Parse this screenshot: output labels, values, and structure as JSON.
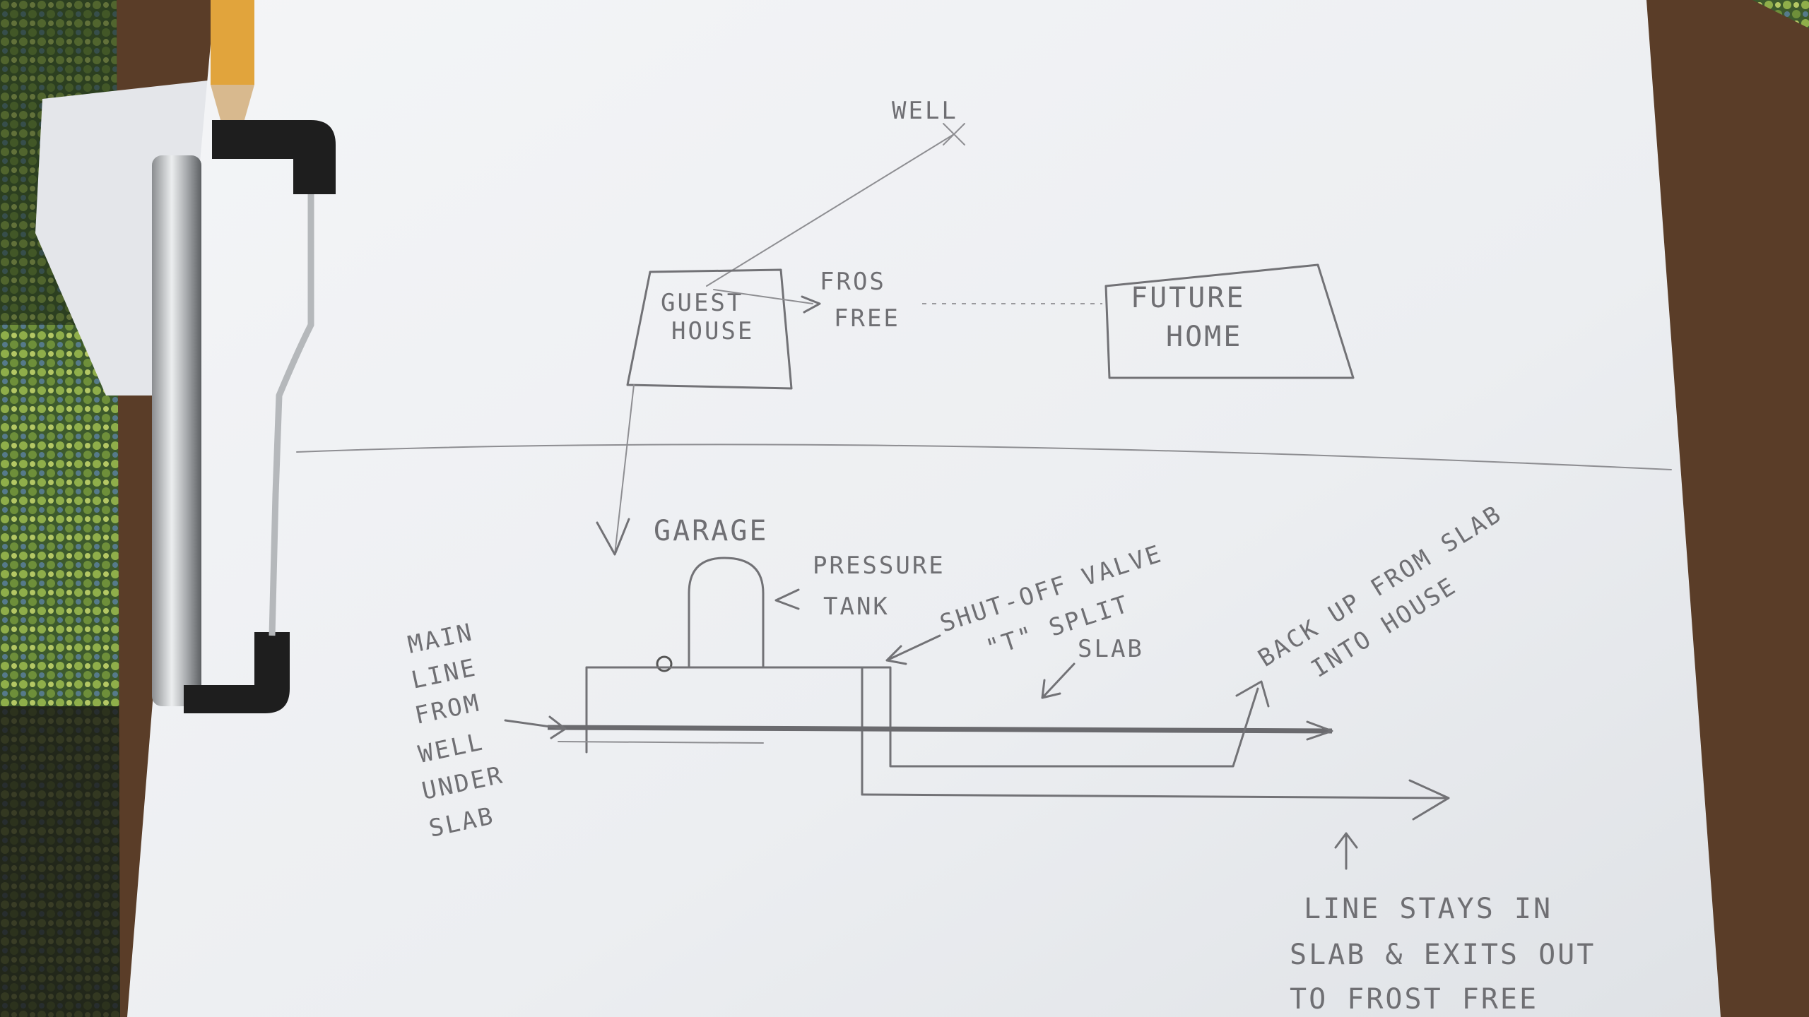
{
  "colors": {
    "background_fabric": "#2b3a22",
    "paper": "#f1f2f4",
    "clipboard": "#5a3d28",
    "pencil_marks": "#727276",
    "pencil_body": "#e1a43c"
  },
  "sketch_top": {
    "well_label": "WELL",
    "guest_house_line1": "GUEST",
    "guest_house_line2": "HOUSE",
    "frost_free_line1": "FROS",
    "frost_free_line2": "FREE",
    "future_home_line1": "FUTURE",
    "future_home_line2": "HOME"
  },
  "sketch_bottom": {
    "garage_label": "GARAGE",
    "pressure_tank_line1": "PRESSURE",
    "pressure_tank_line2": "TANK",
    "shutoff_line1": "SHUT-OFF VALVE",
    "shutoff_line2": "\"T\" SPLIT",
    "slab_label": "SLAB",
    "back_up_line1": "BACK UP FROM SLAB",
    "back_up_line2": "INTO HOUSE",
    "main_line_1": "MAIN",
    "main_line_2": "LINE",
    "main_line_3": "FROM",
    "main_line_4": "WELL",
    "main_line_5": "UNDER",
    "main_line_6": "SLAB",
    "note_line1": "LINE STAYS IN",
    "note_line2": "SLAB & EXITS OUT",
    "note_line3": "TO FROST FREE"
  }
}
